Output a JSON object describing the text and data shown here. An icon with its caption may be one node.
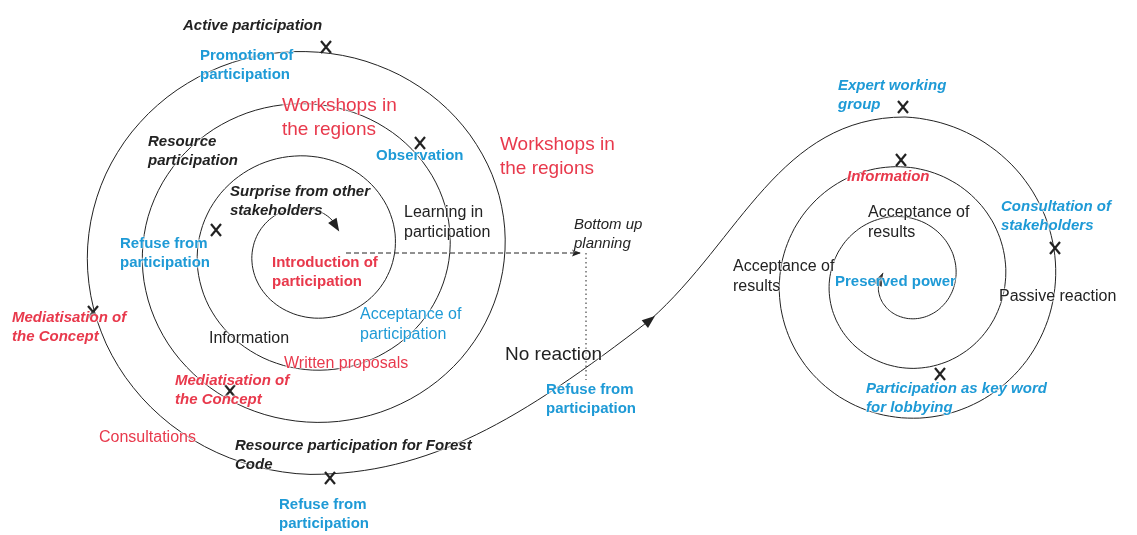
{
  "diagram": {
    "nodes": [
      {
        "text": [
          "Introduction of participation"
        ]
      },
      {
        "text": [
          "Bottom up planning"
        ]
      },
      {
        "text": [
          "Refuse from participation"
        ]
      }
    ],
    "edges": [
      {
        "from": 0,
        "to": 1,
        "arrow": "to",
        "style": "dashed"
      },
      {
        "from": 1,
        "to": 2,
        "arrow": "none",
        "style": "dashed"
      }
    ],
    "labels": [
      "Active participation",
      "Promotion of participation",
      "Expert working group",
      "Workshops in the regions",
      "Resource participation",
      "Observation",
      "Workshops in the regions",
      "Information",
      "Surprise from other stakeholders",
      "Learning in participation",
      "Consultation of stakeholders",
      "Acceptance of results",
      "Refuse from participation",
      "Acceptance of results",
      "Preserved power",
      "Passive reaction",
      "Mediatisation of the Concept",
      "Information",
      "Acceptance of participation",
      "No reaction",
      "Written proposals",
      "Participation as key word for lobbying",
      "Mediatisation of the Concept",
      "Consultations",
      "Resource participation for Forest Code",
      "Refuse from participation"
    ]
  }
}
